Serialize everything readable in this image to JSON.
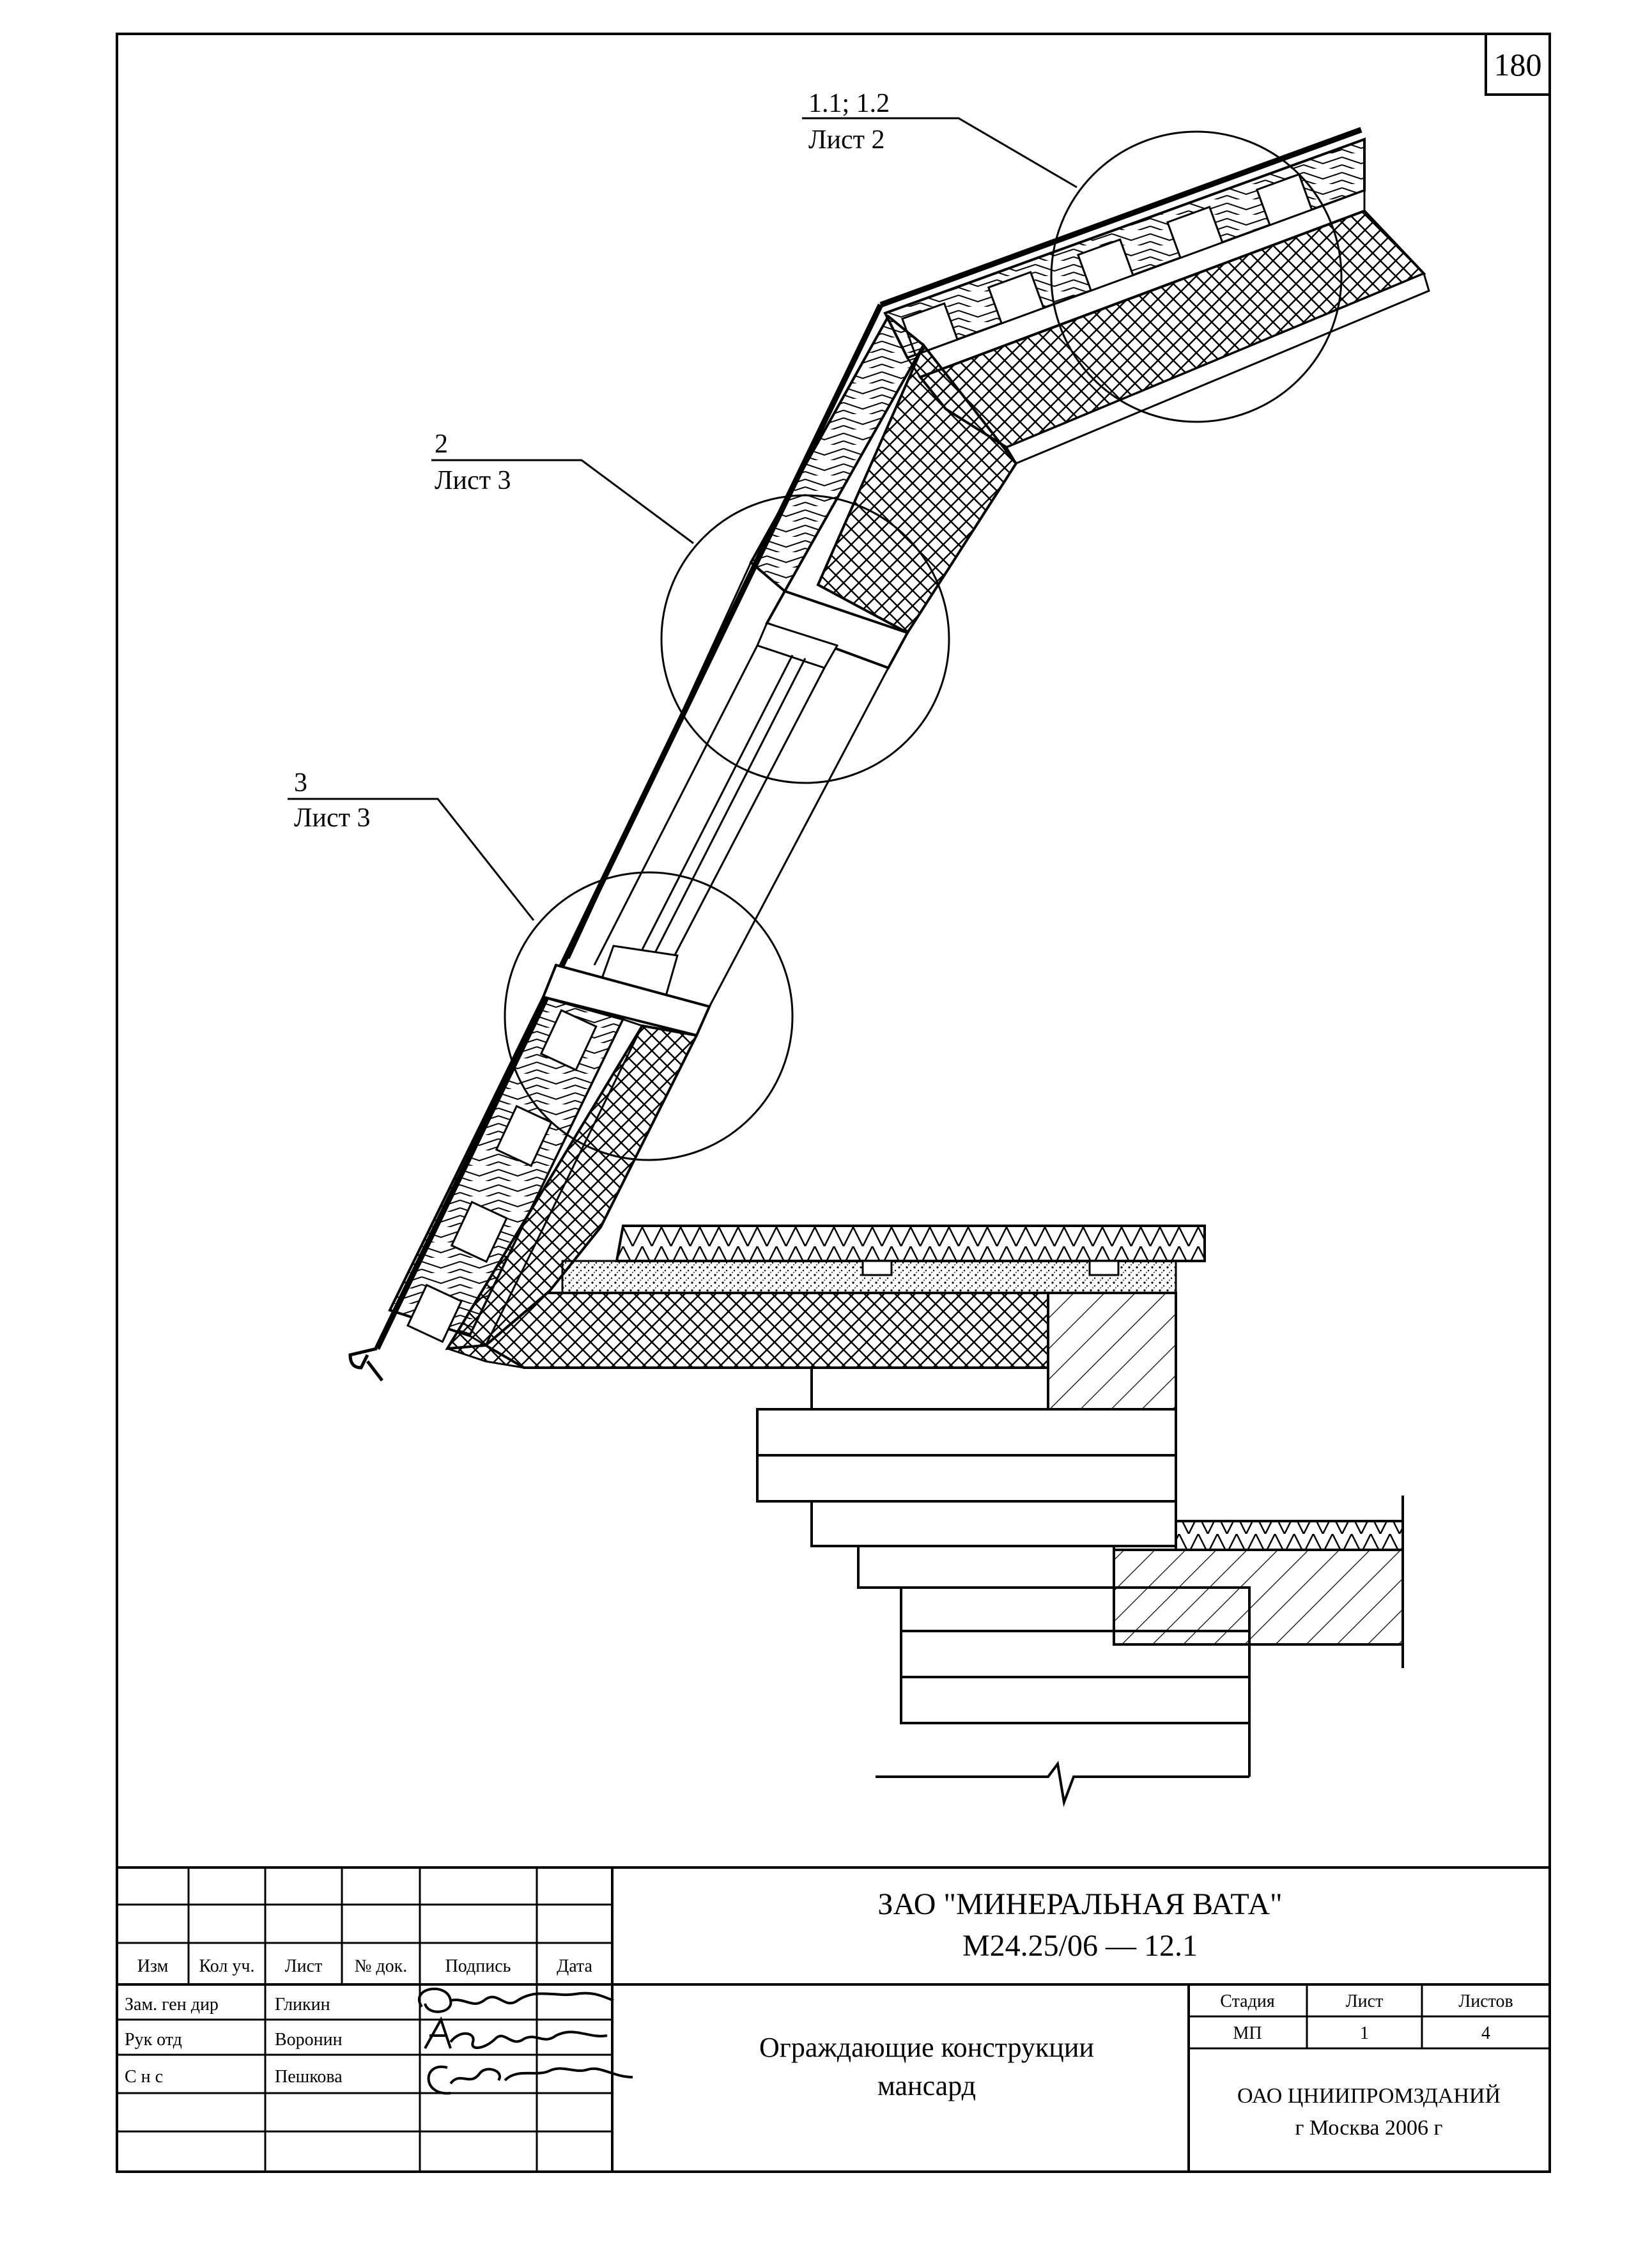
{
  "sheet_number": "180",
  "callouts": [
    {
      "ref": "1.1; 1.2",
      "sheet": "Лист 2"
    },
    {
      "ref": "2",
      "sheet": "Лист 3"
    },
    {
      "ref": "3",
      "sheet": "Лист 3"
    }
  ],
  "title_block": {
    "company": "ЗАО \"МИНЕРАЛЬНАЯ ВАТА\"",
    "doc_code": "М24.25/06 — 12.1",
    "columns": [
      "Изм",
      "Кол уч.",
      "Лист",
      "№ док.",
      "Подпись",
      "Дата"
    ],
    "staff": [
      {
        "role": "Зам. ген дир",
        "name": "Гликин",
        "signature": "Ольга"
      },
      {
        "role": "Рук отд",
        "name": "Воронин",
        "signature": "АВоронин"
      },
      {
        "role": "С н с",
        "name": "Пешкова",
        "signature": "СофПешкова"
      }
    ],
    "drawing_title_1": "Ограждающие конструкции",
    "drawing_title_2": "мансард",
    "stage_label": "Стадия",
    "sheet_label": "Лист",
    "sheets_label": "Листов",
    "stage": "МП",
    "sheet": "1",
    "sheets": "4",
    "organization": "ОАО ЦНИИПРОМЗДАНИЙ",
    "city_year": "г Москва 2006 г"
  }
}
